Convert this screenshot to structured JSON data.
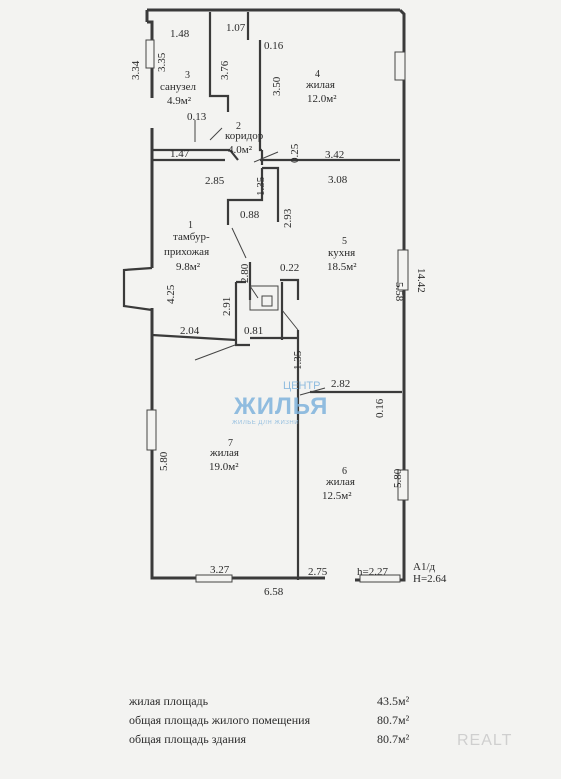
{
  "rooms": [
    {
      "number": "1",
      "name_line1": "тамбур-",
      "name_line2": "прихожая",
      "area": "9.8м²"
    },
    {
      "number": "2",
      "name": "коридор",
      "area": "4.0м²"
    },
    {
      "number": "3",
      "name": "санузел",
      "area": "4.9м²"
    },
    {
      "number": "4",
      "name": "жилая",
      "area": "12.0м²"
    },
    {
      "number": "5",
      "name": "кухня",
      "area": "18.5м²"
    },
    {
      "number": "6",
      "name": "жилая",
      "area": "12.5м²"
    },
    {
      "number": "7",
      "name": "жилая",
      "area": "19.0м²"
    }
  ],
  "dimensions": {
    "d_1_48": "1.48",
    "d_1_07": "1.07",
    "d_3_34": "3.34",
    "d_3_35": "3.35",
    "d_3_76": "3.76",
    "d_0_16_top": "0.16",
    "d_3_50": "3.50",
    "d_0_13": "0.13",
    "d_1_47": "1.47",
    "d_0_25": "0.25",
    "d_3_42": "3.42",
    "d_2_85": "2.85",
    "d_1_35_top": "1.35",
    "d_3_08": "3.08",
    "d_0_88": "0.88",
    "d_2_93": "2.93",
    "d_14_42": "14.42",
    "d_2_80": "2.80",
    "d_0_22": "0.22",
    "d_4_25": "4.25",
    "d_2_91": "2.91",
    "d_5_58": "5.58",
    "d_2_04": "2.04",
    "d_0_81": "0.81",
    "d_1_35_mid": "1.35",
    "d_2_82": "2.82",
    "d_0_16_right": "0.16",
    "d_5_80_left": "5.80",
    "d_5_80_right": "5.80",
    "d_3_27": "3.27",
    "d_2_75": "2.75",
    "d_h_2_27": "h=2.27",
    "d_6_58": "6.58"
  },
  "stamp": {
    "letter": "А1/д",
    "height": "Н=2.64"
  },
  "summary": [
    {
      "label": "жилая площадь",
      "value": "43.5м²"
    },
    {
      "label": "общая площадь жилого помещения",
      "value": "80.7м²"
    },
    {
      "label": "общая площадь здания",
      "value": "80.7м²"
    }
  ],
  "watermark": {
    "top": "ЦЕНТР",
    "big": "ЖИЛЬЯ",
    "sub": "ЖИЛЬЕ ДЛЯ ЖИЗНИ"
  },
  "logo": "REALT"
}
